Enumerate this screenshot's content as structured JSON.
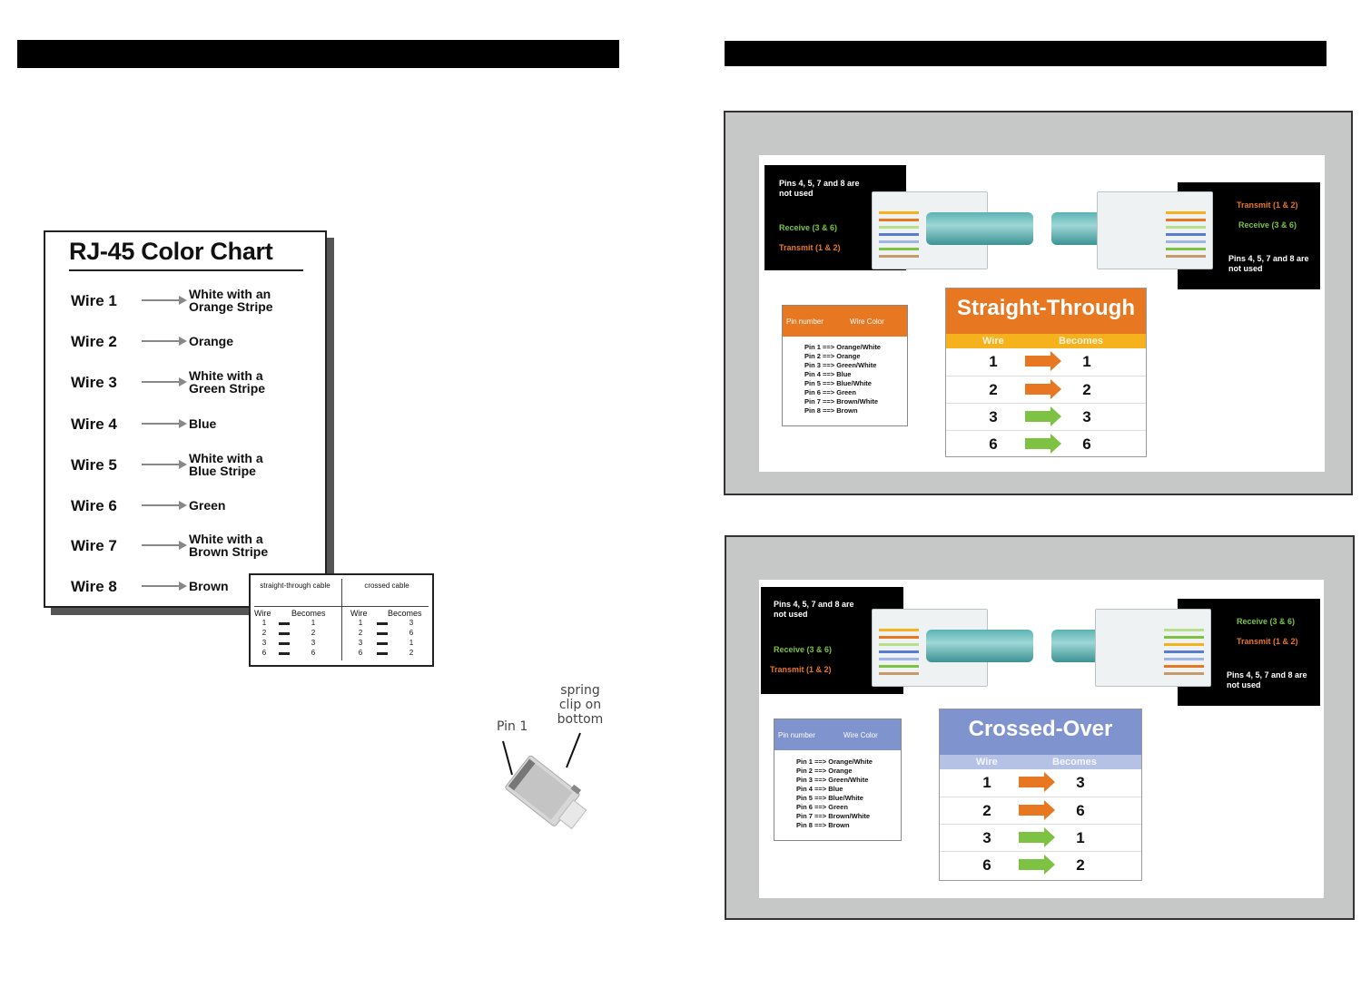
{
  "left_page": {
    "color_chart": {
      "title": "RJ-45 Color Chart",
      "wires": [
        {
          "name": "Wire 1",
          "color": "White with an Orange Stripe"
        },
        {
          "name": "Wire 2",
          "color": "Orange"
        },
        {
          "name": "Wire 3",
          "color": "White with a Green Stripe"
        },
        {
          "name": "Wire 4",
          "color": "Blue"
        },
        {
          "name": "Wire 5",
          "color": "White with a Blue Stripe"
        },
        {
          "name": "Wire 6",
          "color": "Green"
        },
        {
          "name": "Wire 7",
          "color": "White with a Brown Stripe"
        },
        {
          "name": "Wire 8",
          "color": "Brown"
        }
      ]
    },
    "cable_table": {
      "straight_header": "straight-through cable",
      "crossed_header": "crossed cable",
      "col_wire": "Wire",
      "col_becomes": "Becomes",
      "straight": {
        "wire": [
          "1",
          "2",
          "3",
          "6"
        ],
        "becomes": [
          "1",
          "2",
          "3",
          "6"
        ]
      },
      "crossed": {
        "wire": [
          "1",
          "2",
          "3",
          "6"
        ],
        "becomes": [
          "3",
          "6",
          "1",
          "2"
        ]
      }
    },
    "connector": {
      "pin1_label": "Pin 1",
      "spring_label": "spring clip on bottom"
    }
  },
  "right_page": {
    "diagrams": [
      {
        "left_box": {
          "unused": "Pins 4, 5, 7 and 8 are not used",
          "receive": "Receive (3 & 6)",
          "transmit": "Transmit (1 & 2)"
        },
        "right_box": {
          "transmit": "Transmit (1 & 2)",
          "receive": "Receive (3 & 6)",
          "unused": "Pins 4, 5, 7 and 8 are not used"
        },
        "pin_table": {
          "col1": "Pin number",
          "col2": "Wire Color",
          "lines": [
            "Pin 1 ==> Orange/White",
            "Pin 2 ==> Orange",
            "Pin 3 ==> Green/White",
            "Pin 4 ==> Blue",
            "Pin 5 ==> Blue/White",
            "Pin 6 ==> Green",
            "Pin 7 ==> Brown/White",
            "Pin 8 ==> Brown"
          ]
        },
        "map": {
          "title": "Straight-Through",
          "col_wire": "Wire",
          "col_becomes": "Becomes",
          "rows": [
            {
              "wire": "1",
              "becomes": "1"
            },
            {
              "wire": "2",
              "becomes": "2"
            },
            {
              "wire": "3",
              "becomes": "3"
            },
            {
              "wire": "6",
              "becomes": "6"
            }
          ]
        }
      },
      {
        "left_box": {
          "unused": "Pins 4, 5, 7 and 8 are not used",
          "receive": "Receive (3 & 6)",
          "transmit": "Transmit (1 & 2)"
        },
        "right_box": {
          "transmit": "Receive (3 & 6)",
          "receive": "Transmit (1 & 2)",
          "unused": "Pins 4, 5, 7 and 8 are not used"
        },
        "pin_table": {
          "col1": "Pin number",
          "col2": "Wire Color",
          "lines": [
            "Pin 1 ==> Orange/White",
            "Pin 2 ==> Orange",
            "Pin 3 ==> Green/White",
            "Pin 4 ==> Blue",
            "Pin 5 ==> Blue/White",
            "Pin 6 ==> Green",
            "Pin 7 ==> Brown/White",
            "Pin 8 ==> Brown"
          ]
        },
        "map": {
          "title": "Crossed-Over",
          "col_wire": "Wire",
          "col_becomes": "Becomes",
          "rows": [
            {
              "wire": "1",
              "becomes": "3"
            },
            {
              "wire": "2",
              "becomes": "6"
            },
            {
              "wire": "3",
              "becomes": "1"
            },
            {
              "wire": "6",
              "becomes": "2"
            }
          ]
        }
      }
    ]
  },
  "colors": {
    "orange": "#e87722",
    "green": "#7dc243",
    "straight_header": "#e87722",
    "straight_sub": "#f5b21d",
    "crossed_header": "#7f93cf",
    "crossed_sub": "#b6c1e6",
    "panel_gray": "#c6c8c8"
  }
}
